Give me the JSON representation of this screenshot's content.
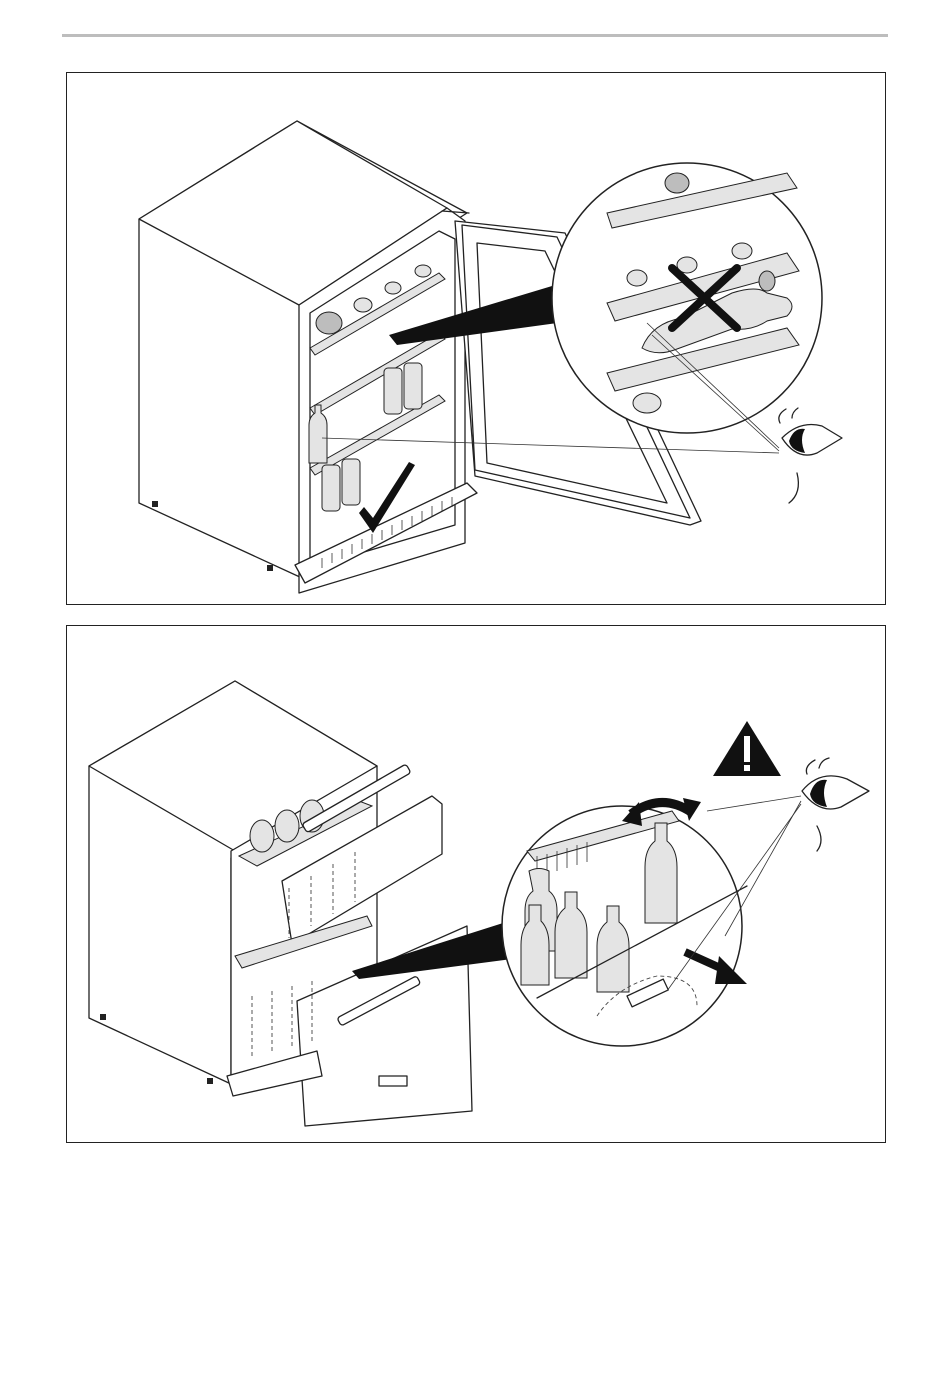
{
  "document": {
    "page_width": 950,
    "page_height": 1387,
    "header_rule_color": "#bdbdbd"
  },
  "figures": [
    {
      "id": "top",
      "subject": "single-door-cooler",
      "icons": [
        "cross-mark-icon",
        "check-mark-icon",
        "eye-icon"
      ],
      "items": [
        "bottle",
        "can",
        "shelf",
        "magnifier-circle"
      ]
    },
    {
      "id": "bottom",
      "subject": "drawer-cooler",
      "icons": [
        "warning-triangle-icon",
        "eye-icon",
        "rotate-arrow-icon",
        "pull-arrow-icon"
      ],
      "items": [
        "bottle",
        "basket",
        "drawer",
        "magnifier-circle"
      ]
    }
  ]
}
